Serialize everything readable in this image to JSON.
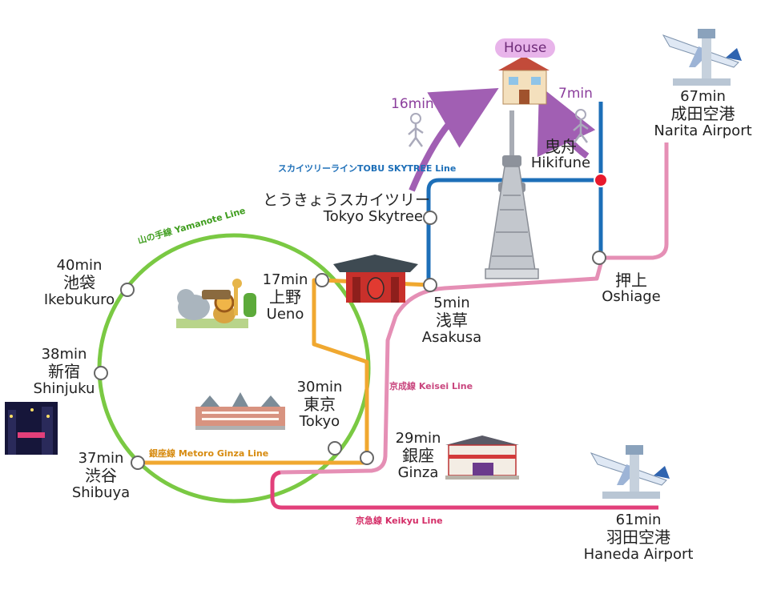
{
  "lines": {
    "yamanote": {
      "label": "山の手線 Yamanote Line",
      "color": "#7ac943"
    },
    "ginza": {
      "label": "銀座線 Metoro Ginza Line",
      "color": "#f0a830"
    },
    "tobu": {
      "label": "スカイツリーラインTOBU SKYTREE Line",
      "color": "#1d6fb8"
    },
    "keisei": {
      "label": "京成線 Keisei Line",
      "color": "#e58fb5"
    },
    "keikyu": {
      "label": "京急線 Keikyu Line",
      "color": "#e23f7a"
    }
  },
  "house": {
    "label": "House"
  },
  "walks": {
    "to_skytree": "16min",
    "to_hikifune": "7min"
  },
  "stations": {
    "hikifune": {
      "jp": "曳舟",
      "en": "Hikifune"
    },
    "skytree": {
      "jp": "とうきょうスカイツリー",
      "en": "Tokyo Skytree"
    },
    "oshiage": {
      "jp": "押上",
      "en": "Oshiage"
    },
    "asakusa": {
      "time": "5min",
      "jp": "浅草",
      "en": "Asakusa"
    },
    "ueno": {
      "time": "17min",
      "jp": "上野",
      "en": "Ueno"
    },
    "ikebukuro": {
      "time": "40min",
      "jp": "池袋",
      "en": "Ikebukuro"
    },
    "shinjuku": {
      "time": "38min",
      "jp": "新宿",
      "en": "Shinjuku"
    },
    "shibuya": {
      "time": "37min",
      "jp": "渋谷",
      "en": "Shibuya"
    },
    "tokyo": {
      "time": "30min",
      "jp": "東京",
      "en": "Tokyo"
    },
    "ginza": {
      "time": "29min",
      "jp": "銀座",
      "en": "Ginza"
    },
    "narita": {
      "time": "67min",
      "jp": "成田空港",
      "en": "Narita Airport"
    },
    "haneda": {
      "time": "61min",
      "jp": "羽田空港",
      "en": "Haneda Airport"
    }
  },
  "colors": {
    "walk": "#9b59b6",
    "hikifune_station": "#e8192c"
  },
  "icons": [
    "airplane-icon",
    "airport-tower-icon",
    "house-icon",
    "walking-person-icon",
    "skytree-tower-icon",
    "kaminarimon-gate-icon",
    "zoo-animals-icon",
    "tokyo-station-building-icon",
    "kabukiza-theater-icon",
    "shinjuku-nightscape-icon"
  ]
}
